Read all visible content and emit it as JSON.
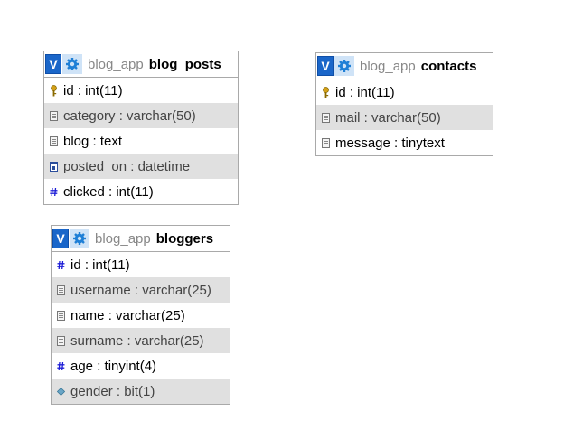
{
  "tables": {
    "blog_posts": {
      "v_label": "V",
      "db": "blog_app",
      "name": "blog_posts",
      "columns": [
        {
          "text": "id : int(11)",
          "icon": "key-icon"
        },
        {
          "text": "category : varchar(50)",
          "icon": "text-field-icon"
        },
        {
          "text": "blog : text",
          "icon": "text-field-icon"
        },
        {
          "text": "posted_on : datetime",
          "icon": "calendar-icon"
        },
        {
          "text": "clicked : int(11)",
          "icon": "hash-icon"
        }
      ]
    },
    "contacts": {
      "v_label": "V",
      "db": "blog_app",
      "name": "contacts",
      "columns": [
        {
          "text": "id : int(11)",
          "icon": "key-icon"
        },
        {
          "text": "mail : varchar(50)",
          "icon": "text-field-icon"
        },
        {
          "text": "message : tinytext",
          "icon": "text-field-icon"
        }
      ]
    },
    "bloggers": {
      "v_label": "V",
      "db": "blog_app",
      "name": "bloggers",
      "columns": [
        {
          "text": "id : int(11)",
          "icon": "hash-icon"
        },
        {
          "text": "username : varchar(25)",
          "icon": "text-field-icon"
        },
        {
          "text": "name : varchar(25)",
          "icon": "text-field-icon"
        },
        {
          "text": "surname : varchar(25)",
          "icon": "text-field-icon"
        },
        {
          "text": "age : tinyint(4)",
          "icon": "hash-icon"
        },
        {
          "text": "gender : bit(1)",
          "icon": "bit-icon"
        }
      ]
    }
  },
  "colors": {
    "v_button": "#1a66c9",
    "gear_button": "#cfe3f7",
    "alt_row": "#e0e0e0",
    "db_name": "#888888",
    "hash_icon": "#1b1bd6",
    "key_icon": "#b8860b"
  }
}
